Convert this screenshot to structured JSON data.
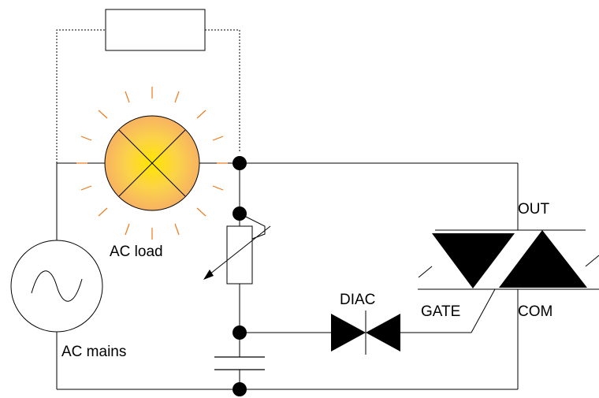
{
  "labels": {
    "ac_load": "AC load",
    "ac_mains": "AC mains",
    "diac": "DIAC",
    "out": "OUT",
    "gate": "GATE",
    "com": "COM"
  },
  "colors": {
    "wire": "#000000",
    "lamp_center": "#ffe600",
    "lamp_edge": "#f7b262",
    "rays": "#f07818",
    "background": "#ffffff"
  },
  "icons": {
    "lamp": "lamp-icon",
    "ac_source": "ac-source-icon",
    "potentiometer": "potentiometer-icon",
    "capacitor": "capacitor-icon",
    "diac": "diac-icon",
    "triac": "triac-icon",
    "resistor": "resistor-icon"
  }
}
